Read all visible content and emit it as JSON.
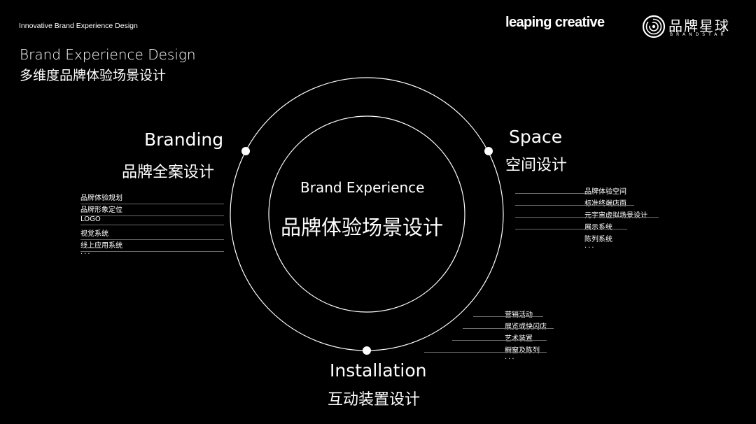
{
  "header": {
    "tagline": "Innovative Brand Experience Design",
    "title_en": "Brand Experience Design",
    "title_cn": "多维度品牌体验场景设计"
  },
  "logos": {
    "leaping": "leaping creative",
    "brandstar_cn": "品牌星球",
    "brandstar_en": "BRANDSTAR"
  },
  "center": {
    "title_en": "Brand Experience",
    "title_cn": "品牌体验场景设计"
  },
  "branding": {
    "title_en": "Branding",
    "title_cn": "品牌全案设计",
    "items": [
      "品牌体验规划",
      "品牌形象定位",
      "LOGO",
      "视觉系统",
      "线上应用系统"
    ],
    "more": "..."
  },
  "space": {
    "title_en": "Space",
    "title_cn": "空间设计",
    "items": [
      "品牌体验空间",
      "标准终端店面",
      "元宇宙虚拟场景设计",
      "展示系统",
      "陈列系统"
    ],
    "more": "..."
  },
  "installation": {
    "title_en": "Installation",
    "title_cn": "互动装置设计",
    "items": [
      "营销活动",
      "展览或快闪店",
      "艺术装置",
      "橱窗及陈列"
    ],
    "more": "..."
  },
  "colors": {
    "background": "#000000",
    "foreground": "#ffffff",
    "divider": "#6b6b6b"
  }
}
